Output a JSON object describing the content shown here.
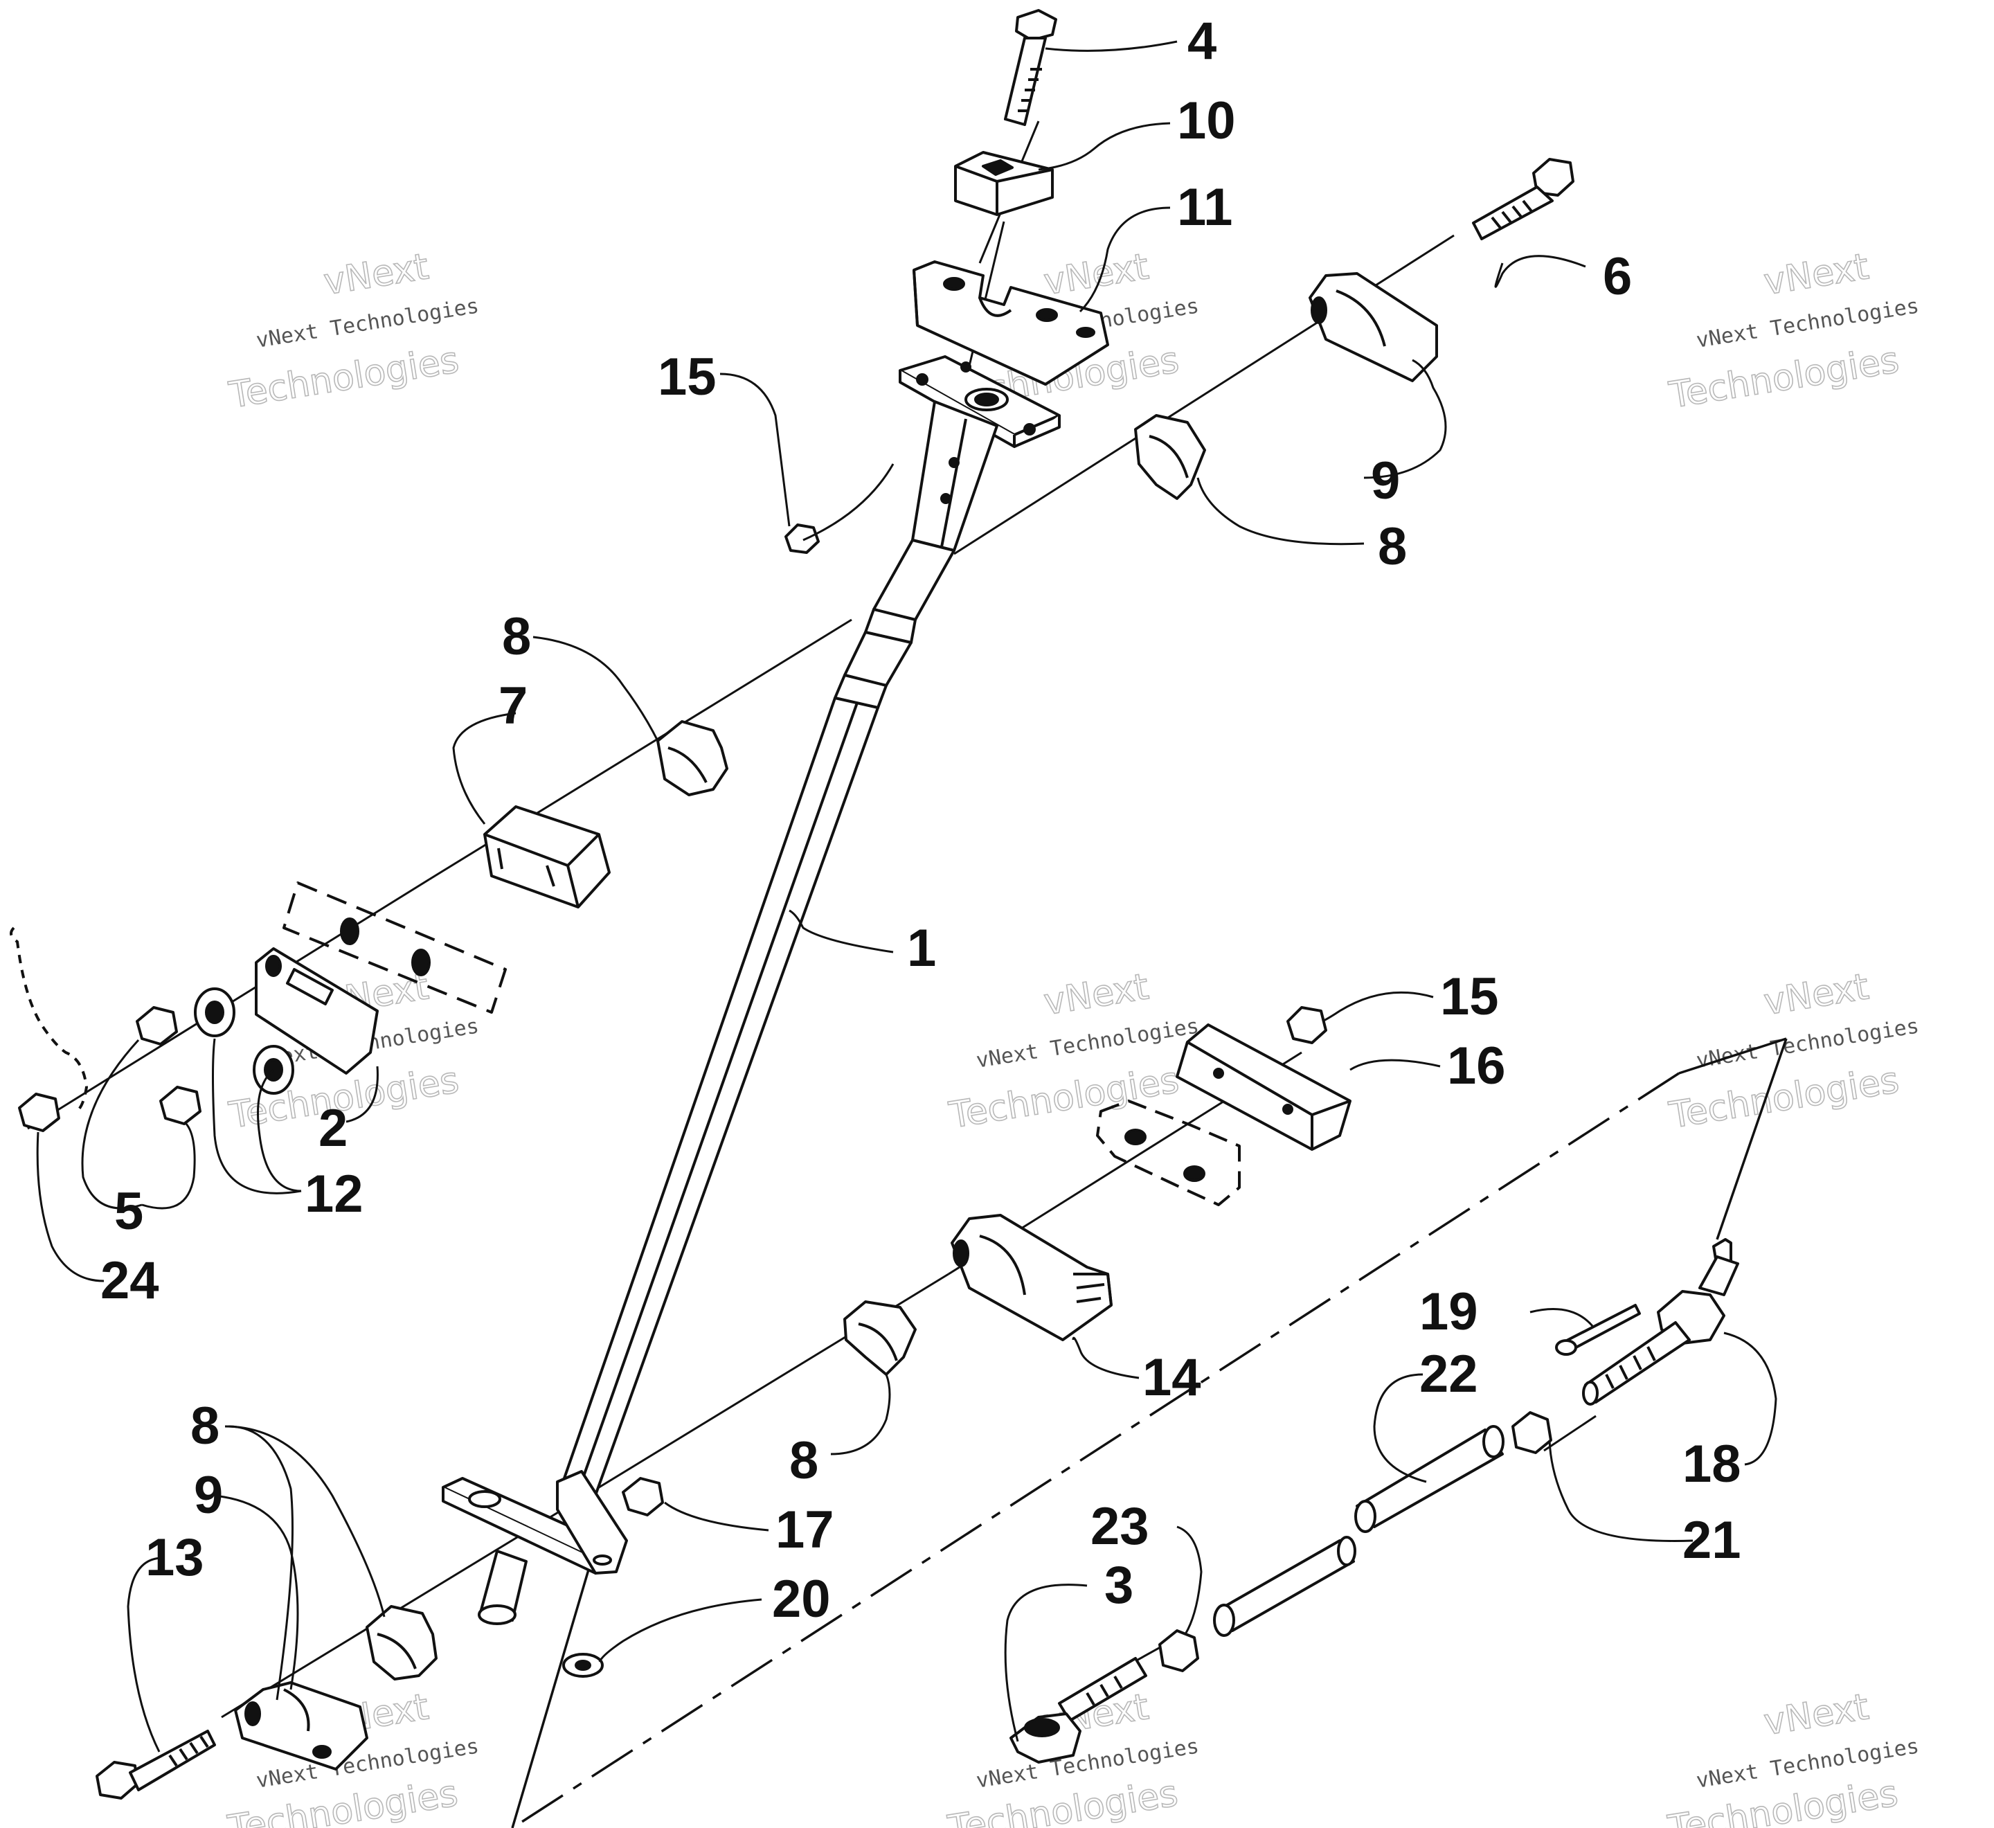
{
  "callouts": [
    "1",
    "2",
    "3",
    "4",
    "5",
    "6",
    "7",
    "8",
    "8",
    "8",
    "8",
    "9",
    "9",
    "10",
    "11",
    "12",
    "13",
    "14",
    "15",
    "15",
    "16",
    "17",
    "18",
    "19",
    "20",
    "21",
    "22",
    "23",
    "24"
  ],
  "watermark": {
    "line1": "vNext",
    "line2": "vNext Technologies",
    "line3": "Technologies"
  },
  "colors": {
    "ink": "#111111",
    "watermark": "#b8b8b8",
    "background": "#ffffff"
  }
}
